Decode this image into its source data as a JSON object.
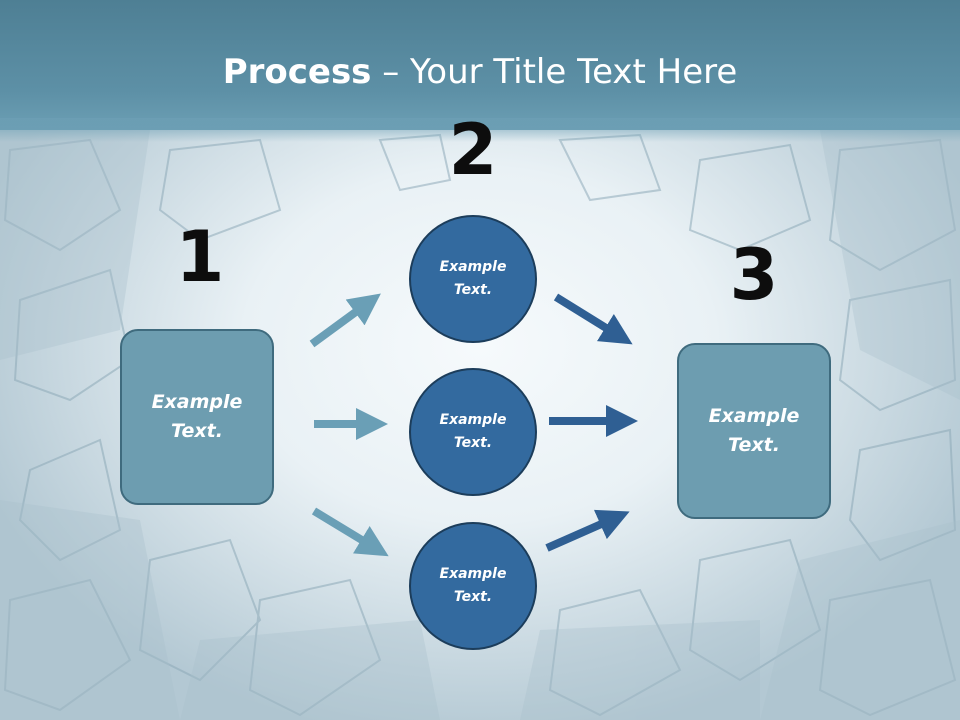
{
  "title": {
    "bold": "Process",
    "rest": " – Your Title Text Here"
  },
  "steps": {
    "one": "1",
    "two": "2",
    "three": "3"
  },
  "left_box": {
    "label": "Example\nText."
  },
  "right_box": {
    "label": "Example\nText."
  },
  "circles": [
    {
      "label": "Example\nText."
    },
    {
      "label": "Example\nText."
    },
    {
      "label": "Example\nText."
    }
  ],
  "colors": {
    "title_bar": "#5d90a6",
    "box": "#6d9db0",
    "circle": "#336a9f",
    "arrow_light": "#6a9fb6",
    "arrow_dark": "#2f5f93"
  }
}
